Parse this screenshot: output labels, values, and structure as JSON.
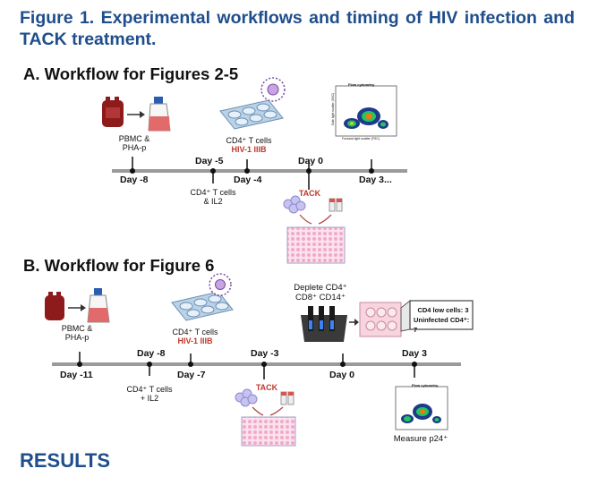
{
  "figure": {
    "label": "Figure 1.",
    "title": "Experimental workflows and timing of HIV infection and TACK treatment."
  },
  "panel_a": {
    "heading": "A. Workflow for Figures 2-5",
    "pbmc_label_1": "PBMC &",
    "pbmc_label_2": "PHA-p",
    "cd4_label": "CD4⁺ T cells",
    "hiv_label": "HIV-1 IIIB",
    "il2_label_1": "CD4⁺ T cells",
    "il2_label_2": "& IL2",
    "tack_label": "TACK",
    "flow_title": "Flow cytometry",
    "flow_xlabel": "Forward light scatter (FSC)",
    "flow_ylabel": "Side light scatter (SSC)",
    "days": [
      "Day -8",
      "Day -5",
      "Day -4",
      "Day 0",
      "Day 3..."
    ]
  },
  "panel_b": {
    "heading": "B. Workflow for Figure 6",
    "pbmc_label_1": "PBMC &",
    "pbmc_label_2": "PHA-p",
    "cd4_label": "CD4⁺ T cells",
    "hiv_label": "HIV-1 IIIB",
    "il2_label_1": "CD4⁺ T cells",
    "il2_label_2": "+ IL2",
    "tack_label": "TACK",
    "deplete_label_1": "Deplete CD4⁺",
    "deplete_label_2": "CD8⁺ CD14⁺",
    "box_line_1": "CD4 low cells: 3",
    "box_line_2": "Uninfected CD4⁺: 7",
    "flow_title": "Flow cytometry",
    "measure_label": "Measure p24⁺",
    "days": [
      "Day -11",
      "Day -8",
      "Day -7",
      "Day -3",
      "Day 0",
      "Day 3"
    ]
  },
  "results_heading": "RESULTS",
  "colors": {
    "title_blue": "#1f4e8c",
    "accent_red": "#c0392b",
    "timeline_gray": "#9a9a9a",
    "plate_pink": "#f3c6dc"
  }
}
